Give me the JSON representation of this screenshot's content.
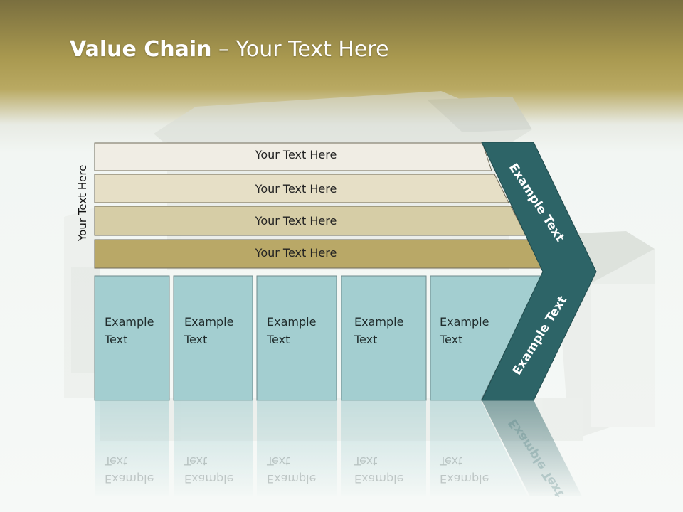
{
  "slide": {
    "title_bold": "Value Chain",
    "title_rest": " – Your Text Here",
    "side_label": "Your Text Here"
  },
  "rows": [
    {
      "label": "Your Text Here",
      "color": "#f0ede4"
    },
    {
      "label": "Your Text Here",
      "color": "#e6dfc6"
    },
    {
      "label": "Your Text Here",
      "color": "#d6cda6"
    },
    {
      "label": "Your Text Here",
      "color": "#b9a867"
    }
  ],
  "cells": [
    {
      "line1": "Example",
      "line2": "Text"
    },
    {
      "line1": "Example",
      "line2": "Text"
    },
    {
      "line1": "Example",
      "line2": "Text"
    },
    {
      "line1": "Example",
      "line2": "Text"
    },
    {
      "line1": "Example",
      "line2": "Text"
    }
  ],
  "chevron": {
    "upper_label": "Example Text",
    "lower_label": "Example Text",
    "color": "#2d6467",
    "cell_color": "#a3ced0"
  }
}
